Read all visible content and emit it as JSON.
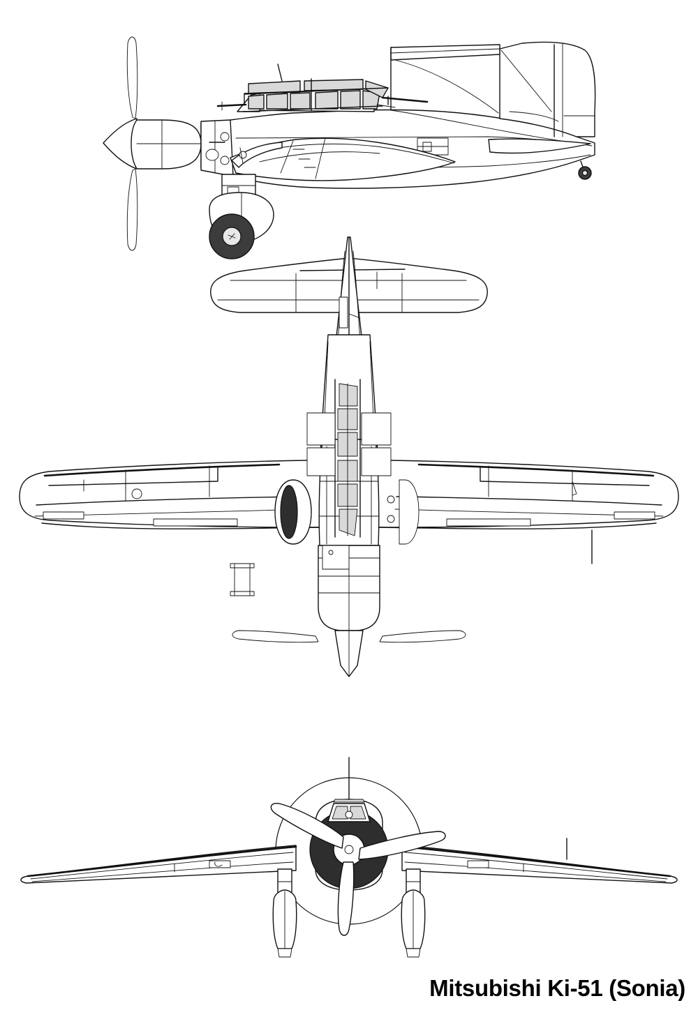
{
  "sheet": {
    "background_color": "#ffffff",
    "line_color": "#111111",
    "glazing_color": "#d9d9d9",
    "tyre_color": "#3c3c3c",
    "engine_disc_color": "#2e2e2e"
  },
  "caption": {
    "text": "Mitsubishi Ki-51 (Sonia)",
    "manufacturer": "Mitsubishi",
    "designation": "Ki-51",
    "allied_code_name": "Sonia",
    "position": "bottom-right",
    "color": "#000000"
  },
  "drawing": {
    "title": "Mitsubishi Ki-51 (Sonia)",
    "type": "three-view general arrangement line drawing",
    "style": "technical outline / blueprint ink drawing",
    "view_count": 3
  },
  "views": [
    {
      "id": "side-view",
      "label": "side elevation (port profile)",
      "order": 1,
      "facing": "nose left",
      "features": [
        "three-blade propeller",
        "pointed spinner",
        "radial engine cowling with cooling gills",
        "greenhouse canopy glazing",
        "rear gunner machine gun",
        "low cantilever wing with fairing",
        "fixed spatted main landing gear",
        "tail wheel",
        "vertical fin and rudder",
        "horizontal stabilizer",
        "fuselage access panel"
      ]
    },
    {
      "id": "plan-view",
      "label": "plan view (from above)",
      "order": 2,
      "facing": "nose down",
      "features": [
        "tapered wings with rounded tips",
        "ailerons with trim tab",
        "flaps",
        "wing inspection port",
        "pitot tube on starboard wing",
        "canopy glazing panels along centerline",
        "horizontal tailplane and elevators",
        "fin and rudder seen from above",
        "engine cowling and spinner",
        "wheel spat fairings"
      ]
    },
    {
      "id": "front-view",
      "label": "front elevation",
      "order": 3,
      "facing": "nose toward viewer",
      "features": [
        "three-blade propeller and propeller arc circle",
        "dark engine cowl disc",
        "canopy glazing",
        "radio antenna mast",
        "wings with dihedral",
        "two trousered landing gear spats",
        "pitot tube"
      ]
    }
  ],
  "annotations": {
    "wing_markings": [
      "inspection-port-circle",
      "panel-line",
      "hinge-tab",
      "double-bar-marking"
    ],
    "glazing_panel_count_side": 8
  }
}
